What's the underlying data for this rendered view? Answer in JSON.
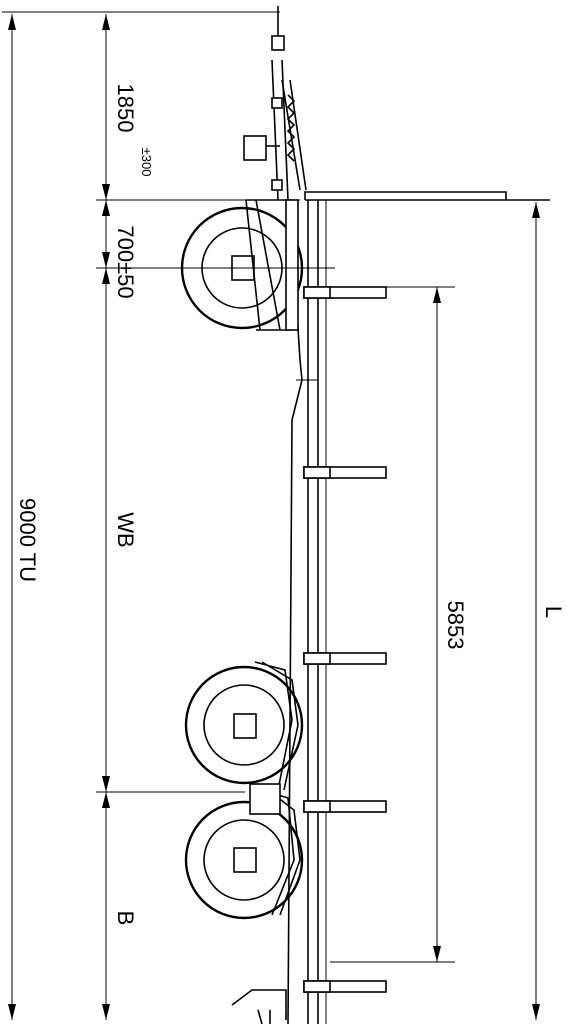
{
  "dimensions": {
    "overall": "9000 TU",
    "front_overhang": "1850",
    "front_overhang_tolerance": "±300",
    "axle_offset": "700±50",
    "wheelbase": "WB",
    "rear": "B",
    "bed_section": "5853",
    "length": "L"
  }
}
